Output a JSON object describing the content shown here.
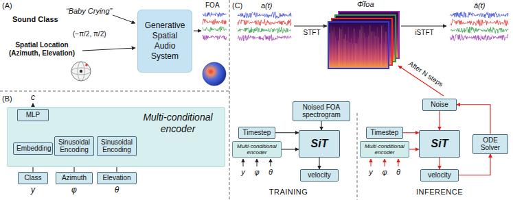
{
  "diagram": {
    "nodes": [
      {
        "text": [
          "Generative Spatial Audio System"
        ]
      },
      {
        "text": [
          "Multi-conditional encoder"
        ]
      },
      {
        "text": [
          "MLP"
        ],
        "in": 1
      },
      {
        "text": [
          "Embedding"
        ],
        "in": 1
      },
      {
        "text": [
          "Sinusoidal Encoding"
        ],
        "in": 1
      },
      {
        "text": [
          "Sinusoidal Encoding"
        ],
        "in": 1
      },
      {
        "text": [
          "Class"
        ]
      },
      {
        "text": [
          "Azimuth"
        ]
      },
      {
        "text": [
          "Elevation"
        ]
      },
      {
        "text": [
          "Noised FOA spectrogram"
        ]
      },
      {
        "text": [
          "Timestep"
        ]
      },
      {
        "text": [
          "Multi-conditional encoder"
        ]
      },
      {
        "text": [
          "SiT"
        ]
      },
      {
        "text": [
          "velocity"
        ]
      },
      {
        "text": [
          "Noise"
        ]
      },
      {
        "text": [
          "Timestep"
        ]
      },
      {
        "text": [
          "Multi-conditional encoder"
        ]
      },
      {
        "text": [
          "SiT"
        ]
      },
      {
        "text": [
          "velocity"
        ]
      },
      {
        "text": [
          "ODE Solver"
        ]
      }
    ],
    "edges": [
      {
        "from": 6,
        "to": 3,
        "arrow": "to"
      },
      {
        "from": 7,
        "to": 4,
        "arrow": "to"
      },
      {
        "from": 8,
        "to": 5,
        "arrow": "to"
      },
      {
        "from": 9,
        "to": 12,
        "arrow": "to"
      },
      {
        "from": 10,
        "to": 12,
        "arrow": "to"
      },
      {
        "from": 11,
        "to": 12,
        "arrow": "to"
      },
      {
        "from": 12,
        "to": 13,
        "arrow": "to"
      },
      {
        "from": 14,
        "to": 17,
        "arrow": "to"
      },
      {
        "from": 15,
        "to": 17,
        "arrow": "to"
      },
      {
        "from": 16,
        "to": 17,
        "arrow": "to"
      },
      {
        "from": 17,
        "to": 18,
        "arrow": "to"
      },
      {
        "from": 18,
        "to": 19,
        "arrow": "to"
      },
      {
        "from": 19,
        "to": 14,
        "arrow": "to"
      }
    ],
    "labels": [
      "(A)",
      "Sound Class",
      "“Baby Crying”",
      "Spatial Location (Azimuth, Elevation)",
      "(−π/2, π/2)",
      "FOA",
      "(B)",
      "c",
      "y",
      "φ",
      "θ",
      "(C)",
      "a(t)",
      "Φ̂foa",
      "â(t)",
      "STFT",
      "iSTFT",
      "After N steps",
      "y",
      "φ",
      "θ",
      "TRAINING",
      "y",
      "φ",
      "θ",
      "INFERENCE"
    ]
  }
}
